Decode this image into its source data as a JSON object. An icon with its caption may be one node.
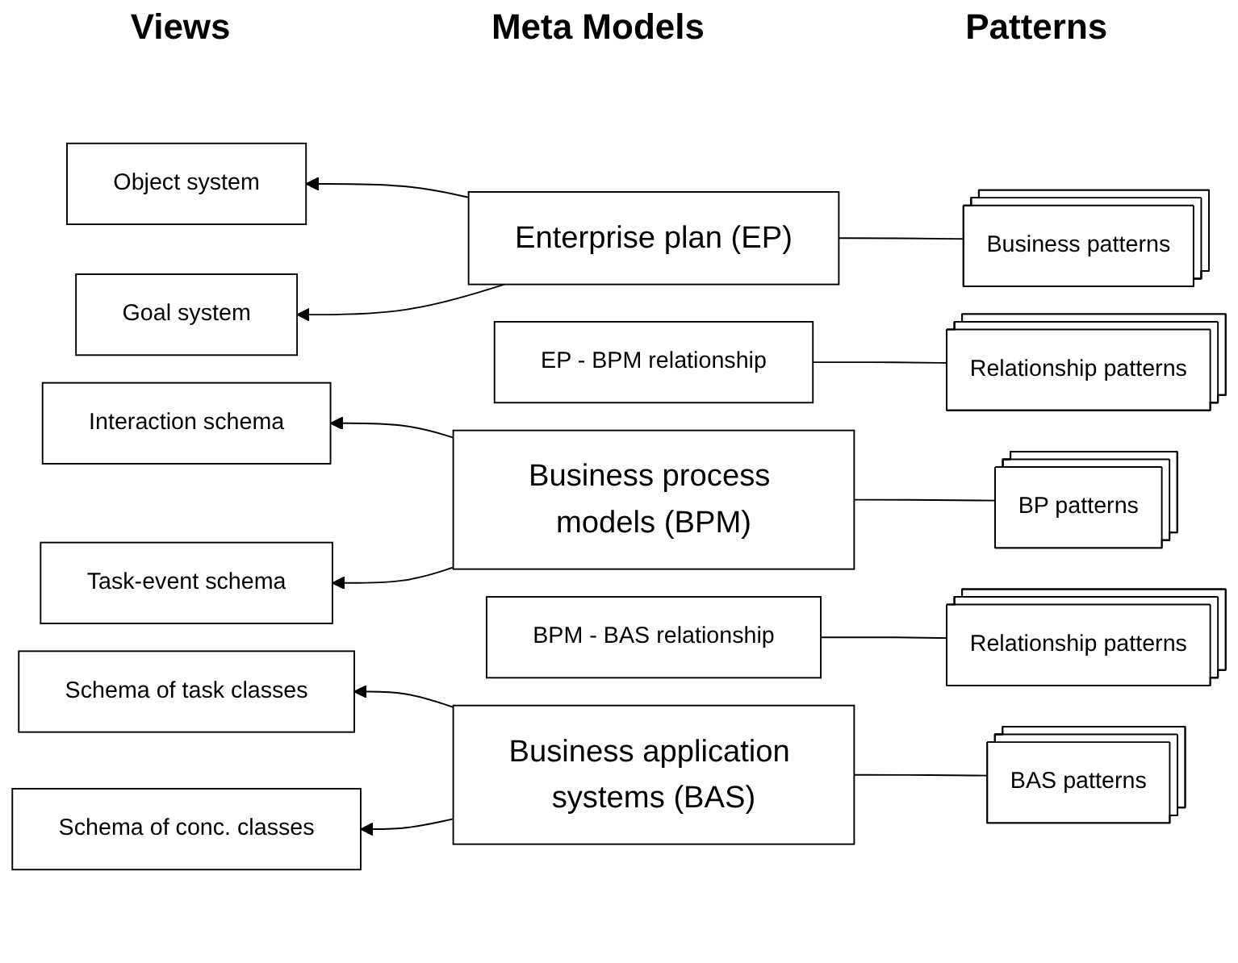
{
  "diagram": {
    "nodes": [
      {
        "text": [
          "Object system"
        ]
      },
      {
        "text": [
          "Enterprise plan (EP)"
        ]
      },
      {
        "text": [
          "Business patterns"
        ]
      },
      {
        "text": [
          "Goal system"
        ]
      },
      {
        "text": [
          "EP - BPM relationship"
        ]
      },
      {
        "text": [
          "Relationship patterns"
        ]
      },
      {
        "text": [
          "Interaction schema"
        ]
      },
      {
        "text": [
          "Business process models (BPM)"
        ]
      },
      {
        "text": [
          "BP patterns"
        ]
      },
      {
        "text": [
          "Task-event schema"
        ]
      },
      {
        "text": [
          "BPM - BAS relationship"
        ]
      },
      {
        "text": [
          "Relationship patterns"
        ]
      },
      {
        "text": [
          "Schema of task classes"
        ]
      },
      {
        "text": [
          "Business application systems (BAS)"
        ]
      },
      {
        "text": [
          "BAS patterns"
        ]
      },
      {
        "text": [
          "Schema of conc. classes"
        ]
      }
    ],
    "edges": [
      {
        "from": 2,
        "to": 1,
        "arrow": "none"
      },
      {
        "from": 1,
        "to": 0,
        "arrow": "to"
      },
      {
        "from": 1,
        "to": 3,
        "arrow": "to"
      },
      {
        "from": 5,
        "to": 4,
        "arrow": "none"
      },
      {
        "from": 8,
        "to": 7,
        "arrow": "none"
      },
      {
        "from": 7,
        "to": 6,
        "arrow": "to"
      },
      {
        "from": 7,
        "to": 9,
        "arrow": "to"
      },
      {
        "from": 11,
        "to": 10,
        "arrow": "none"
      },
      {
        "from": 14,
        "to": 13,
        "arrow": "none"
      },
      {
        "from": 13,
        "to": 12,
        "arrow": "to"
      },
      {
        "from": 13,
        "to": 15,
        "arrow": "to"
      }
    ],
    "labels": [
      "Views",
      "Meta Models",
      "Patterns"
    ]
  }
}
